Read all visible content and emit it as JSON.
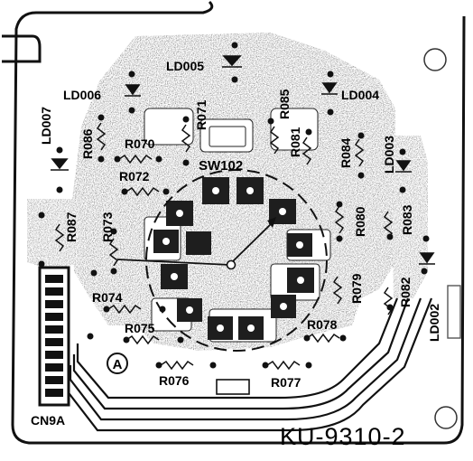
{
  "board_id": "KU-9310-2",
  "marker": "A",
  "switch": "SW102",
  "connector": "CN9A",
  "leds": [
    "LD005",
    "LD006",
    "LD007",
    "LD004",
    "LD003",
    "LD002"
  ],
  "resistors": [
    "R071",
    "R085",
    "R086",
    "R070",
    "R072",
    "R081",
    "R084",
    "R087",
    "R073",
    "R080",
    "R083",
    "R082",
    "R079",
    "R074",
    "R075",
    "R078",
    "R076",
    "R077"
  ],
  "colors": {
    "ink": "#111111",
    "copper": "#a9a9a9",
    "paper": "#ffffff"
  }
}
